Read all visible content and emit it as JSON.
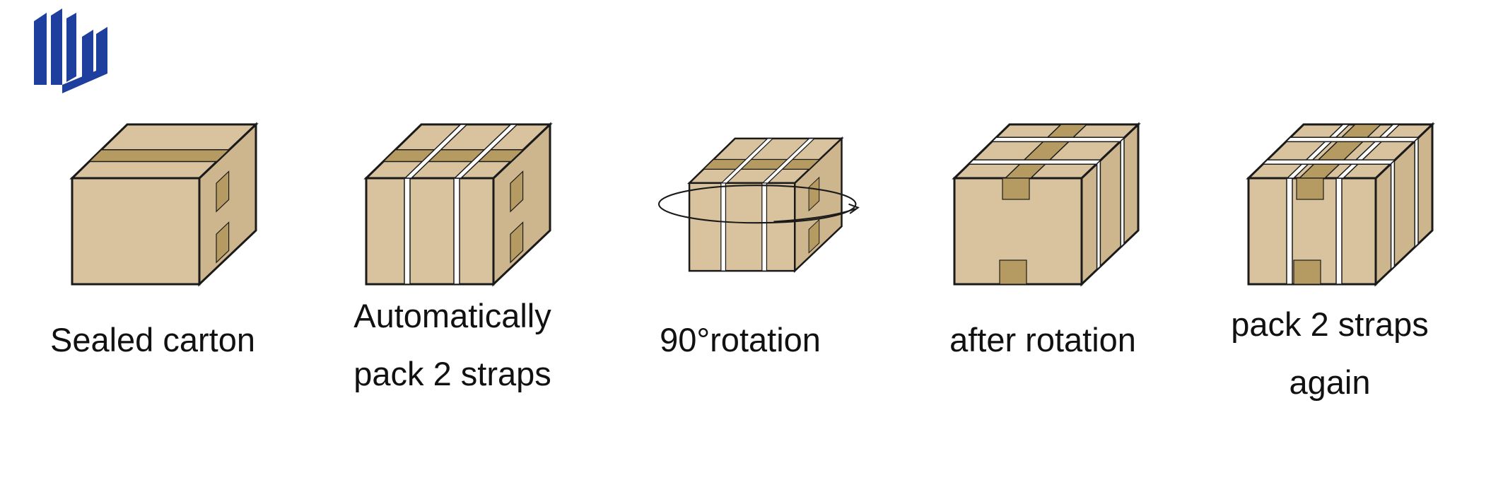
{
  "brand": {
    "logo_icon": "my-monogram-logo",
    "logo_color": "#1e3f9e"
  },
  "colors": {
    "carton": "#d8c39e",
    "carton_shade": "#cdb68e",
    "tape": "#b59a62",
    "outline": "#1a1a1a",
    "strap": "#ffffff"
  },
  "steps": [
    {
      "id": "sealed",
      "icon": "sealed-carton-icon",
      "label": "Sealed carton"
    },
    {
      "id": "pack1",
      "icon": "strapped-carton-icon",
      "label": "Automatically\npack 2 straps"
    },
    {
      "id": "rotate",
      "icon": "rotating-carton-icon",
      "label": "90°rotation"
    },
    {
      "id": "after",
      "icon": "rotated-carton-icon",
      "label": "after rotation"
    },
    {
      "id": "pack2",
      "icon": "cross-strapped-carton-icon",
      "label": "pack 2 straps\nagain"
    }
  ]
}
